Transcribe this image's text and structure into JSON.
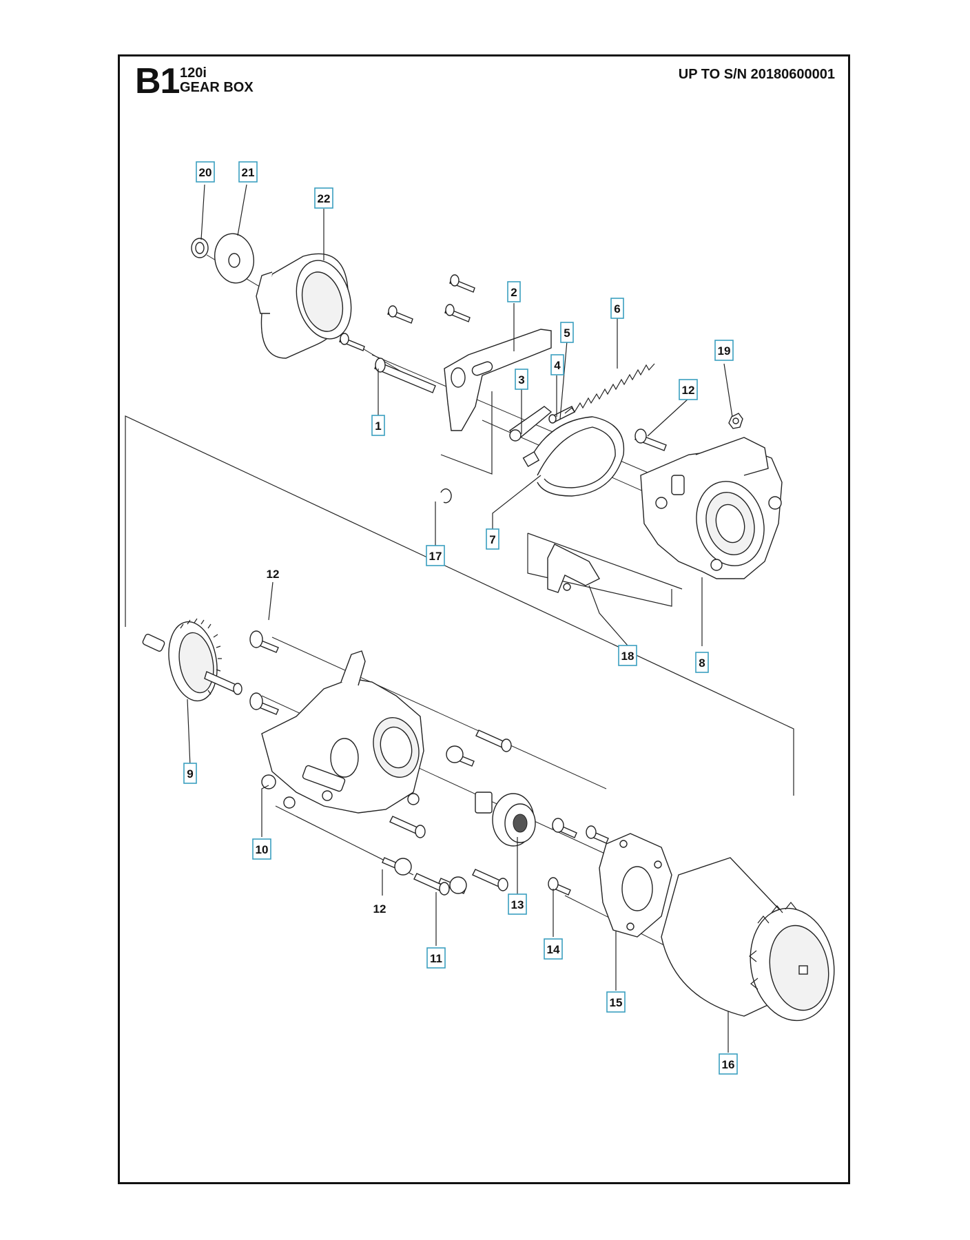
{
  "header": {
    "section_code": "B1",
    "model": "120i",
    "assembly": "GEAR BOX",
    "serial_note": "UP TO S/N 20180600001"
  },
  "callouts": [
    "1",
    "2",
    "3",
    "4",
    "5",
    "6",
    "7",
    "8",
    "9",
    "10",
    "11",
    "12",
    "13",
    "14",
    "15",
    "16",
    "17",
    "18",
    "19",
    "20",
    "21",
    "22"
  ],
  "plain_labels": [
    "12",
    "12"
  ],
  "colors": {
    "callout_border": "#3a9fc0",
    "frame": "#111111"
  }
}
